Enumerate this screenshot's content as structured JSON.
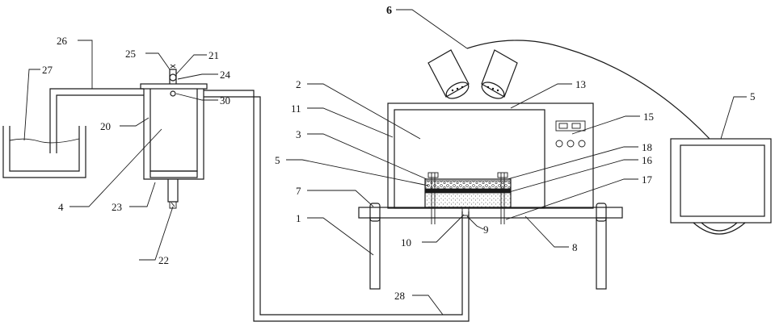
{
  "labels": {
    "l1": "1",
    "l2": "2",
    "l3": "3",
    "l4": "4",
    "l5a": "5",
    "l5b": "5",
    "l6": "6",
    "l7": "7",
    "l8": "8",
    "l9": "9",
    "l10": "10",
    "l11": "11",
    "l13": "13",
    "l15": "15",
    "l16": "16",
    "l17": "17",
    "l18": "18",
    "l20": "20",
    "l21": "21",
    "l22": "22",
    "l23": "23",
    "l24": "24",
    "l25": "25",
    "l26": "26",
    "l27": "27",
    "l28": "28",
    "l30": "30"
  }
}
